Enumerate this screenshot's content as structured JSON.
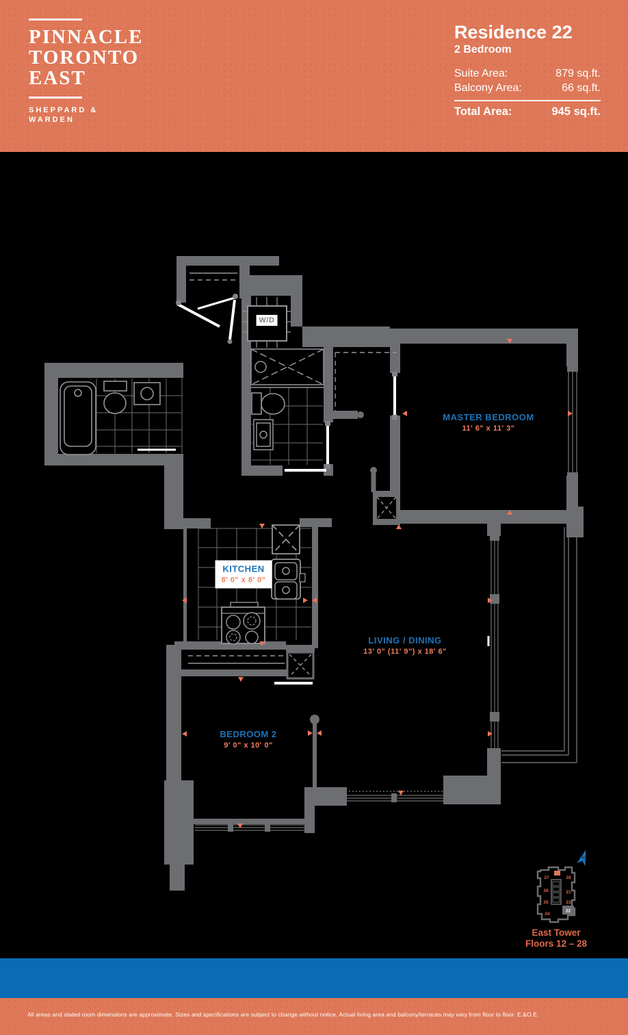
{
  "colors": {
    "salmon": "#DF7858",
    "band_blue": "#0A6CB4",
    "wall_gray": "#6D6E71",
    "room_label_blue": "#1E73B8",
    "dim_orange": "#F0805C",
    "keyplan_orange": "#E4694C",
    "north_arrow_blue": "#1B75BC"
  },
  "header": {
    "logo": {
      "line1": "PINNACLE",
      "line2": "TORONTO",
      "line3": "EAST",
      "sub_line1": "SHEPPARD &",
      "sub_line2": "WARDEN"
    },
    "residence_title": "Residence 22",
    "residence_subtitle": "2 Bedroom",
    "area_rows": [
      {
        "label": "Suite Area:",
        "value": "879 sq.ft."
      },
      {
        "label": "Balcony Area:",
        "value": "66 sq.ft."
      }
    ],
    "total_row": {
      "label": "Total Area:",
      "value": "945 sq.ft."
    }
  },
  "floorplan": {
    "rooms": [
      {
        "name": "MASTER BEDROOM",
        "dims": "11' 6\" x 11' 3\""
      },
      {
        "name": "KITCHEN",
        "dims": "8' 0\" x 8' 0\""
      },
      {
        "name": "LIVING / DINING",
        "dims": "13' 0\" (11' 9\") x 18' 6\""
      },
      {
        "name": "BEDROOM 2",
        "dims": "9' 0\" x 10' 0\""
      }
    ],
    "wd_label": "W/D"
  },
  "keyplan": {
    "tower": "East Tower",
    "floors": "Floors 12 – 28",
    "highlight_unit": "22",
    "units": [
      "27",
      "28",
      "26",
      "21",
      "25",
      "23",
      "24"
    ]
  },
  "footer": {
    "disclaimer": "All areas and stated room dimensions are approximate. Sizes and specifications are subject to change without notice. Actual living area and balcony/terraces may vary from floor to floor. E.&O.E."
  }
}
